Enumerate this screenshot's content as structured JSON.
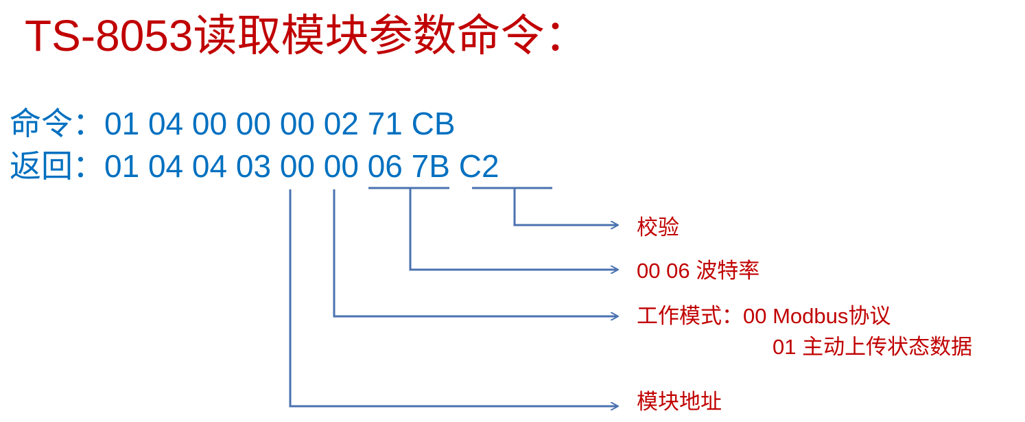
{
  "title": "TS-8053读取模块参数命令：",
  "command_line": {
    "label": "命令：",
    "bytes": [
      "01",
      "04",
      "00",
      "00",
      "00",
      "02",
      "71",
      "CB"
    ]
  },
  "return_line": {
    "label": "返回：",
    "bytes": [
      "01",
      "04",
      "04",
      "03",
      "00",
      "00",
      "06",
      "7B",
      "C2"
    ]
  },
  "annotations": {
    "checksum": "校验",
    "baud_rate": "00 06 波特率",
    "work_mode_line1": "工作模式：00 Modbus协议",
    "work_mode_line2": "01 主动上传状态数据",
    "module_address": "模块地址"
  },
  "colors": {
    "title": "#c00000",
    "label": "#0070c0",
    "bytes": "#0070c0",
    "annotation": "#c00000",
    "connector": "#4a72b0"
  }
}
